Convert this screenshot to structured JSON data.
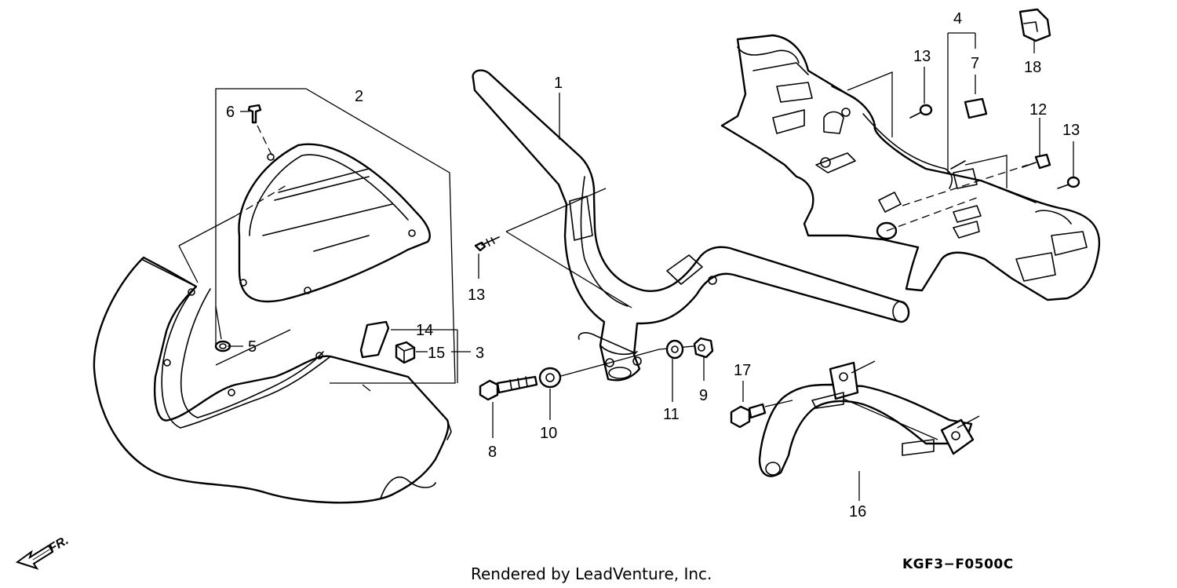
{
  "callouts": [
    {
      "id": "1",
      "text": "1"
    },
    {
      "id": "2",
      "text": "2"
    },
    {
      "id": "3",
      "text": "3"
    },
    {
      "id": "4",
      "text": "4"
    },
    {
      "id": "5",
      "text": "5"
    },
    {
      "id": "6",
      "text": "6"
    },
    {
      "id": "7",
      "text": "7"
    },
    {
      "id": "8",
      "text": "8"
    },
    {
      "id": "9",
      "text": "9"
    },
    {
      "id": "10",
      "text": "10"
    },
    {
      "id": "11",
      "text": "11"
    },
    {
      "id": "12",
      "text": "12"
    },
    {
      "id": "13a",
      "text": "13"
    },
    {
      "id": "13b",
      "text": "13"
    },
    {
      "id": "13c",
      "text": "13"
    },
    {
      "id": "14",
      "text": "14"
    },
    {
      "id": "15",
      "text": "15"
    },
    {
      "id": "16",
      "text": "16"
    },
    {
      "id": "17",
      "text": "17"
    },
    {
      "id": "18",
      "text": "18"
    }
  ],
  "direction_label": "FR.",
  "footer": {
    "rendered_by": "Rendered by LeadVenture, Inc.",
    "diagram_code": "KGF3−F0500C"
  }
}
